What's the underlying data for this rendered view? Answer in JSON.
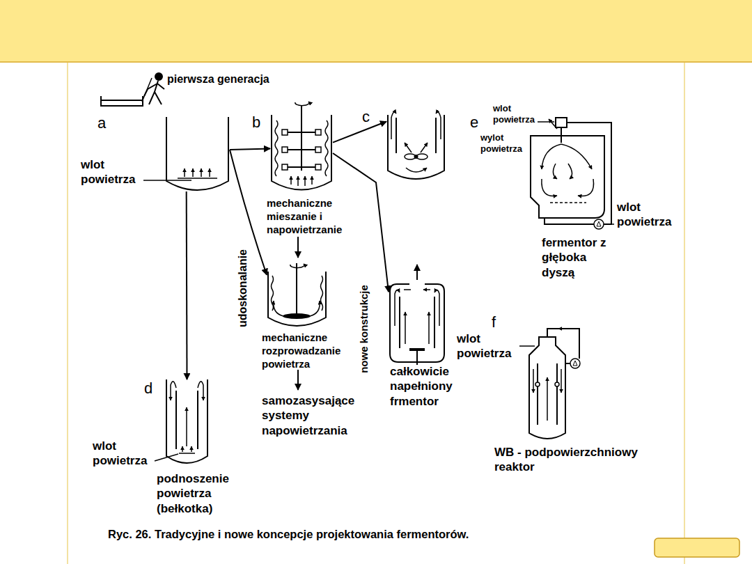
{
  "diagram": {
    "caption": "Ryc. 26. Tradycyjne i nowe koncepcje projektowania fermentorów.",
    "nodes": [
      {
        "text": [
          "a"
        ]
      },
      {
        "text": [
          "b",
          "mechaniczne mieszanie i napowietrzanie"
        ]
      },
      {
        "text": [
          "c"
        ]
      },
      {
        "text": [
          "e",
          "fermentor z głęboka dyszą"
        ]
      },
      {
        "text": [
          "mechaniczne rozprowadzanie powietrza"
        ]
      },
      {
        "text": [
          "całkowicie napełniony frmentor"
        ]
      },
      {
        "text": [
          "f",
          "WB - podpowierzchniowy reaktor"
        ]
      },
      {
        "text": [
          "d",
          "podnoszenie powietrza (bełkotka)"
        ]
      }
    ],
    "edges": [
      {
        "from": 0,
        "to": 1,
        "arrow": "to"
      },
      {
        "from": 0,
        "to": 4,
        "label": "udoskonalanie",
        "arrow": "to"
      },
      {
        "from": 1,
        "to": 2,
        "arrow": "to"
      },
      {
        "from": 1,
        "to": 5,
        "label": "nowe konstrukcje",
        "arrow": "to"
      },
      {
        "from": 0,
        "to": 7,
        "arrow": "to"
      }
    ],
    "labels": [
      "pierwsza generacja",
      "wlot powietrza",
      "wlot powietrza",
      "wylot powietrza",
      "wlot powietrza",
      "samozasysające systemy napowietrzania",
      "wlot powietrza",
      "wlot powietrza"
    ]
  }
}
